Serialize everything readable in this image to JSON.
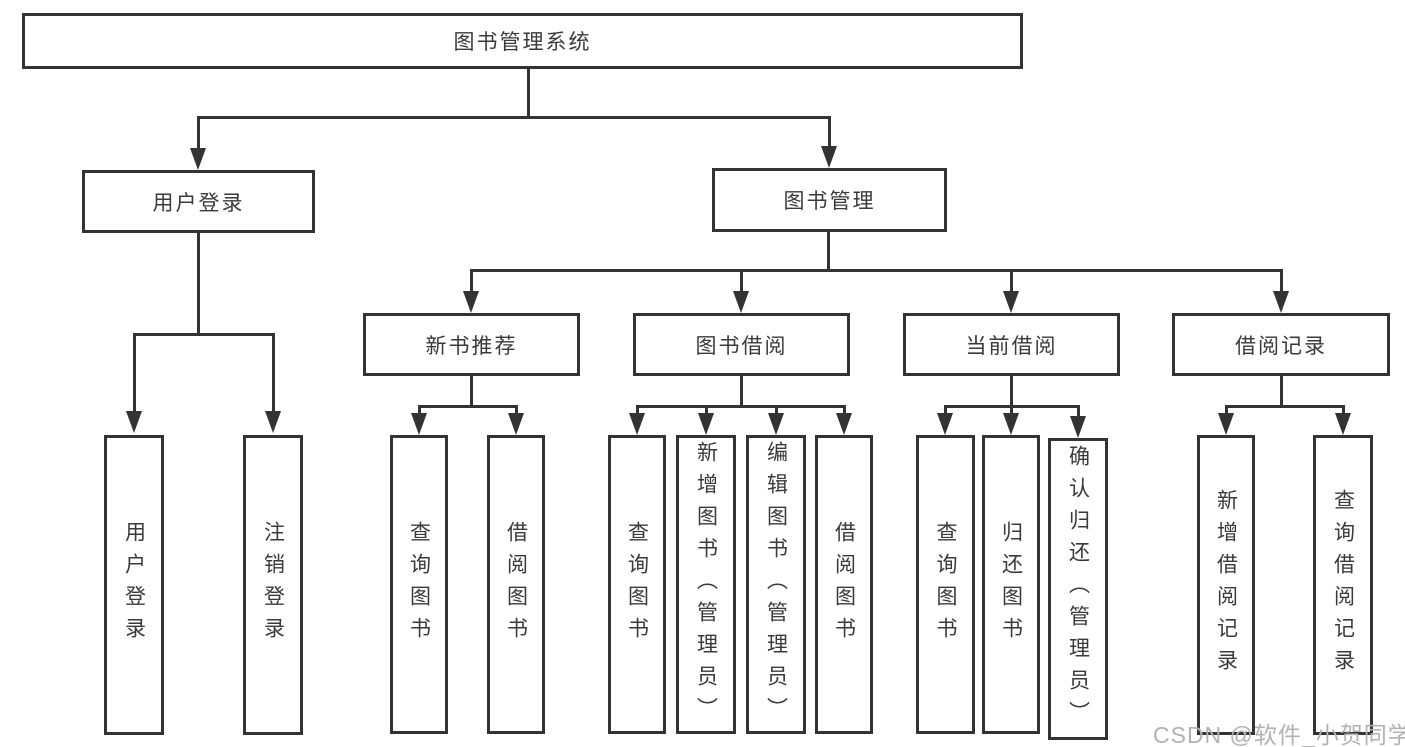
{
  "tree": {
    "label": "图书管理系统",
    "children": [
      {
        "label": "用户登录",
        "children": [
          {
            "label": "用户登录"
          },
          {
            "label": "注销登录"
          }
        ]
      },
      {
        "label": "图书管理",
        "children": [
          {
            "label": "新书推荐",
            "children": [
              {
                "label": "查询图书"
              },
              {
                "label": "借阅图书"
              }
            ]
          },
          {
            "label": "图书借阅",
            "children": [
              {
                "label": "查询图书"
              },
              {
                "label": "新增图书（管理员）"
              },
              {
                "label": "编辑图书（管理员）"
              },
              {
                "label": "借阅图书"
              }
            ]
          },
          {
            "label": "当前借阅",
            "children": [
              {
                "label": "查询图书"
              },
              {
                "label": "归还图书"
              },
              {
                "label": "确认归还（管理员）"
              }
            ]
          },
          {
            "label": "借阅记录",
            "children": [
              {
                "label": "新增借阅记录"
              },
              {
                "label": "查询借阅记录"
              }
            ]
          }
        ]
      }
    ]
  },
  "watermark": {
    "text": "CSDN @软件_小贺同学"
  },
  "colors": {
    "border": "#333333",
    "text": "#3a3a3a",
    "watermark": "#b2b2b2",
    "background": "#ffffff"
  }
}
